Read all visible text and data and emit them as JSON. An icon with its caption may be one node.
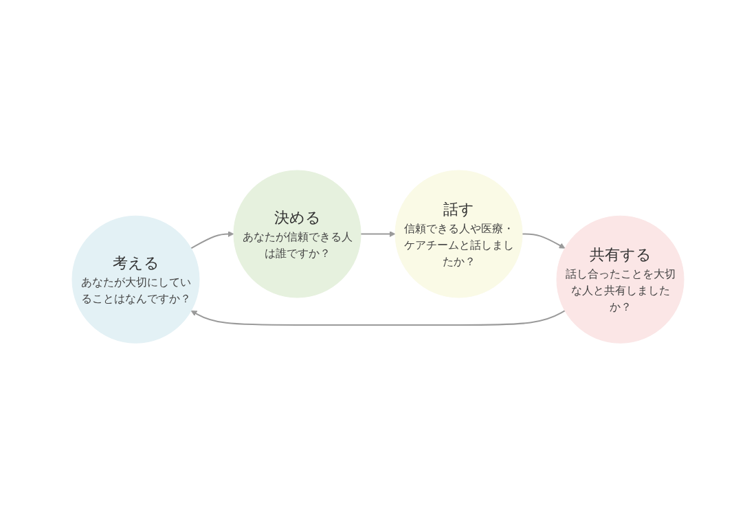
{
  "diagram": {
    "nodes": [
      {
        "text": [
          "考える",
          "あなたが大切にしていることはなんですか？"
        ]
      },
      {
        "text": [
          "決める",
          "あなたが信頼できる人は誰ですか？"
        ]
      },
      {
        "text": [
          "話す",
          "信頼できる人や医療・ケアチームと話しましたか？"
        ]
      },
      {
        "text": [
          "共有する",
          "話し合ったことを大切な人と共有しましたか？"
        ]
      }
    ],
    "edges": [
      {
        "from": 0,
        "to": 1,
        "arrow": "to"
      },
      {
        "from": 1,
        "to": 2,
        "arrow": "to"
      },
      {
        "from": 2,
        "to": 3,
        "arrow": "to"
      },
      {
        "from": 3,
        "to": 0,
        "arrow": "to"
      }
    ]
  }
}
